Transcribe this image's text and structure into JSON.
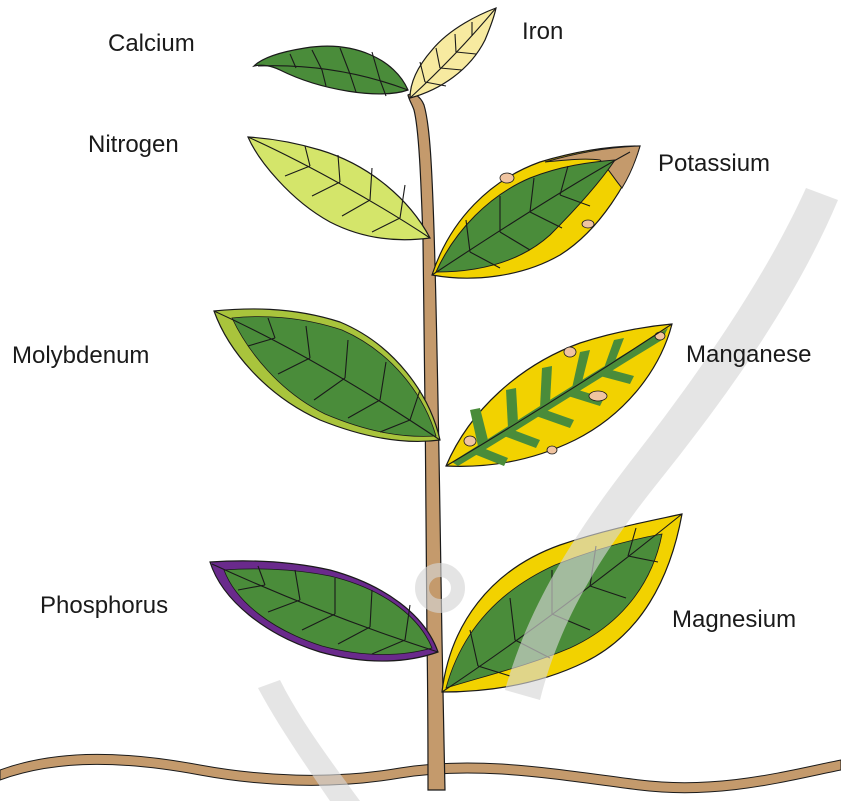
{
  "labels": {
    "calcium": "Calcium",
    "iron": "Iron",
    "nitrogen": "Nitrogen",
    "potassium": "Potassium",
    "molybdenum": "Molybdenum",
    "manganese": "Manganese",
    "phosphorus": "Phosphorus",
    "magnesium": "Magnesium"
  },
  "colors": {
    "leaf_green": "#4a8c3a",
    "pale_green": "#d4e56a",
    "pale_yellow": "#f7eaa0",
    "yellow": "#f2d200",
    "lime_margin": "#a9c43c",
    "purple": "#6a2a8c",
    "brown": "#c49a6c",
    "spot": "#f0c4a0",
    "watermark": "#d4d4d4"
  }
}
